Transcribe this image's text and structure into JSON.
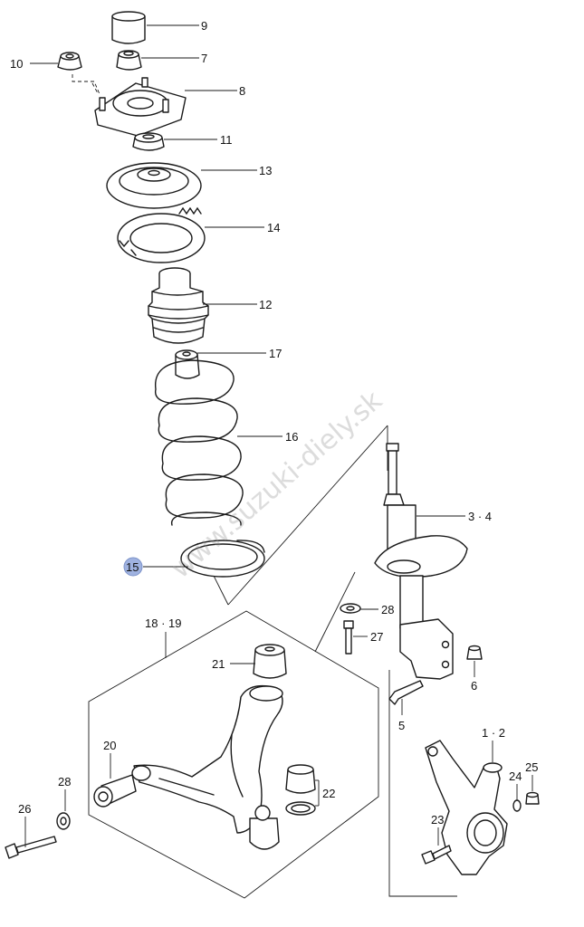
{
  "watermark": "www.suzuki-diely.sk",
  "highlight_color": "#9fb2e0",
  "highlighted_part": "15",
  "callouts": {
    "c9": "9",
    "c7": "7",
    "c10": "10",
    "c8": "8",
    "c11": "11",
    "c13": "13",
    "c14": "14",
    "c12": "12",
    "c17": "17",
    "c16": "16",
    "c34": "3 · 4",
    "c15": "15",
    "c28a": "28",
    "c27": "27",
    "c6": "6",
    "c5": "5",
    "c1819": "18 · 19",
    "c21": "21",
    "c20": "20",
    "c28b": "28",
    "c26": "26",
    "c22": "22",
    "c12b": "1 · 2",
    "c24": "24",
    "c25": "25",
    "c23": "23"
  }
}
